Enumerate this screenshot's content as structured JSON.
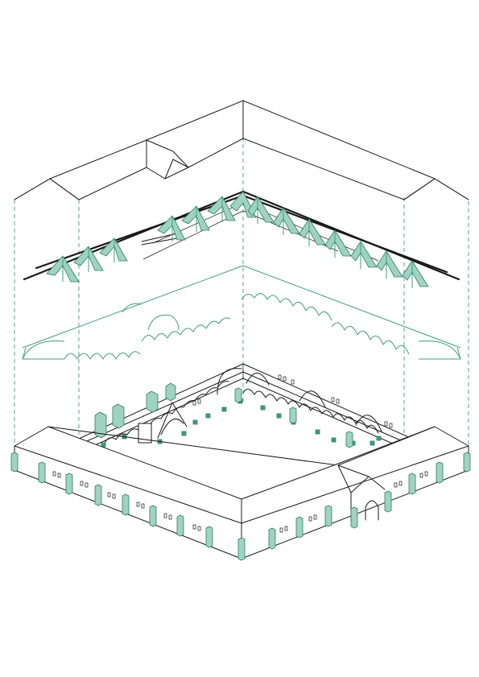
{
  "layers": [
    {
      "key": "roof",
      "label": ""
    },
    {
      "key": "roof_trusses",
      "label": ""
    },
    {
      "key": "vaults",
      "label": ""
    },
    {
      "key": "cloister_ground_floor",
      "label": ""
    }
  ],
  "colors": {
    "ink": "#1a1a1a",
    "accent": "#3f9c80",
    "accent_light": "#9fd3c1",
    "background": "#ffffff"
  }
}
